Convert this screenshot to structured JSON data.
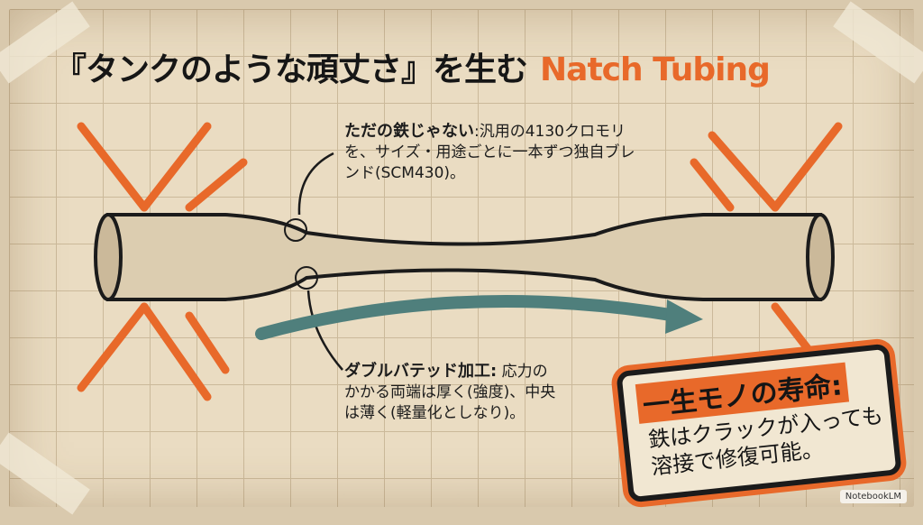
{
  "title": {
    "main": "『タンクのような頑丈さ』を生む",
    "brand": "Natch Tubing"
  },
  "note_top": {
    "heading": "ただの鉄じゃない",
    "body": ":汎用の4130クロモリを、サイズ・用途ごとに一本ずつ独自ブレンド(SCM430)。"
  },
  "note_bottom": {
    "heading": "ダブルバテッド加工:",
    "body": "応力のかかる両端は厚く(強度)、中央は薄く(軽量化としなり)。"
  },
  "stamp": {
    "heading": "一生モノの寿命:",
    "line1": "鉄はクラックが入っても",
    "line2": "溶接で修復可能。"
  },
  "watermark": "NotebookLM",
  "colors": {
    "accent": "#e8692a",
    "ink": "#1b1b1b",
    "paper": "#eadcc2",
    "teal": "#4f7f7c"
  }
}
